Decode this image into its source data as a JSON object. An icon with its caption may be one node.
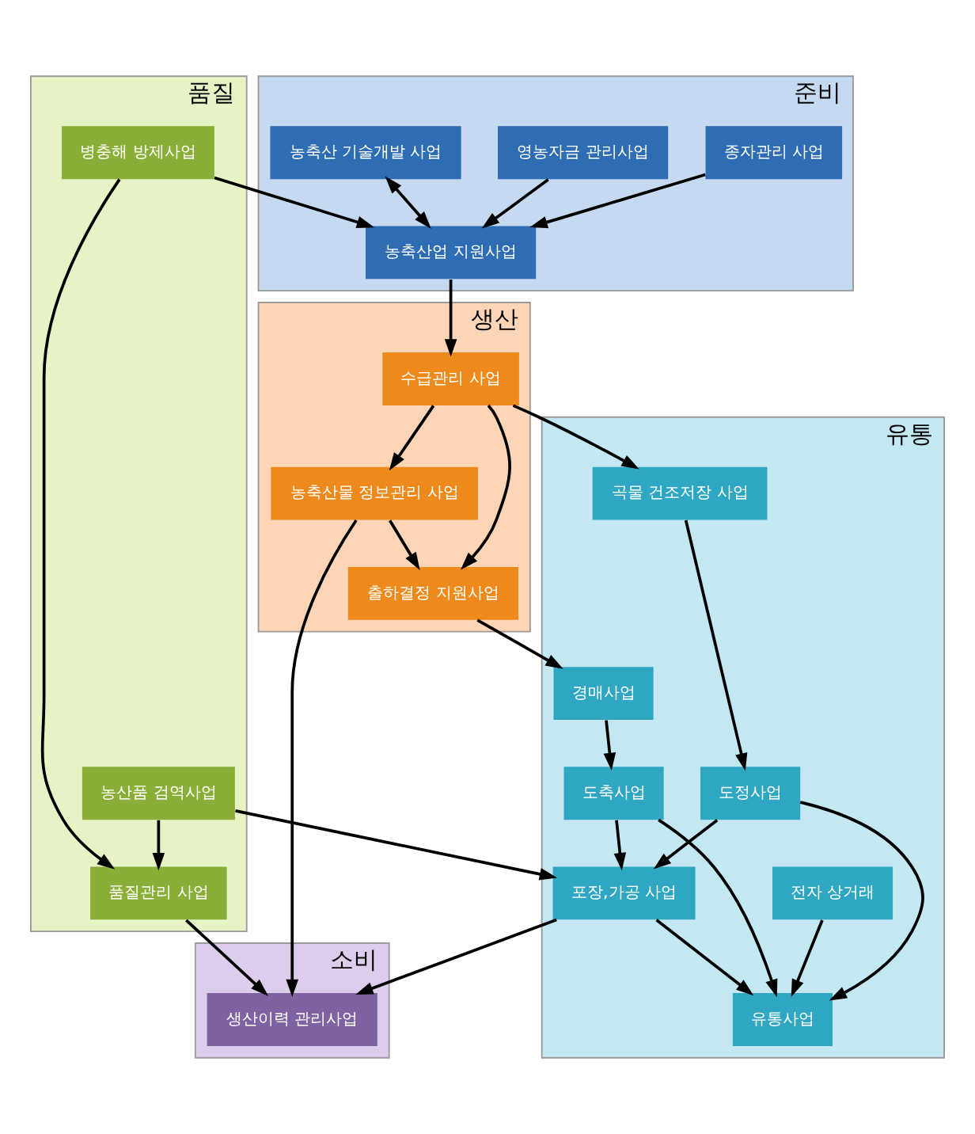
{
  "diagram": {
    "nodes": [
      {
        "text": [
          "준비"
        ]
      },
      {
        "text": [
          "농축산 기술개발 사업"
        ],
        "in": 0
      },
      {
        "text": [
          "농축산업 지원사업"
        ],
        "in": 0
      },
      {
        "text": [
          "종자관리 사업"
        ],
        "in": 0
      },
      {
        "text": [
          "영농자금 관리사업"
        ],
        "in": 0
      },
      {
        "text": [
          "생산"
        ]
      },
      {
        "text": [
          "수급관리 사업"
        ],
        "in": 5
      },
      {
        "text": [
          "농축산물 정보관리 사업"
        ],
        "in": 5
      },
      {
        "text": [
          "출하결정 지원사업"
        ],
        "in": 5
      },
      {
        "text": [
          "유통"
        ]
      },
      {
        "text": [
          "곡물 건조저장 사업"
        ],
        "in": 9
      },
      {
        "text": [
          "경매사업"
        ],
        "in": 9
      },
      {
        "text": [
          "도정사업"
        ],
        "in": 9
      },
      {
        "text": [
          "도축사업"
        ],
        "in": 9
      },
      {
        "text": [
          "포장,가공 사업"
        ],
        "in": 9
      },
      {
        "text": [
          "유통사업"
        ],
        "in": 9
      },
      {
        "text": [
          "전자 상거래"
        ],
        "in": 9
      },
      {
        "text": [
          "품질"
        ]
      },
      {
        "text": [
          "병충해 방제사업"
        ],
        "in": 17
      },
      {
        "text": [
          "품질관리 사업"
        ],
        "in": 17
      },
      {
        "text": [
          "농산품 검역사업"
        ],
        "in": 17
      },
      {
        "text": [
          "소비"
        ]
      },
      {
        "text": [
          "생산이력 관리사업"
        ],
        "in": 21
      }
    ],
    "edges": [
      {
        "from": 1,
        "to": 2,
        "arrow": "both"
      },
      {
        "from": 2,
        "to": 6,
        "arrow": "to"
      },
      {
        "from": 6,
        "to": 7,
        "arrow": "to"
      },
      {
        "from": 6,
        "to": 8,
        "arrow": "to"
      },
      {
        "from": 7,
        "to": 8,
        "arrow": "to"
      },
      {
        "from": 6,
        "to": 10,
        "arrow": "to"
      },
      {
        "from": 7,
        "to": 22,
        "arrow": "to"
      },
      {
        "from": 8,
        "to": 11,
        "arrow": "to"
      },
      {
        "from": 10,
        "to": 12,
        "arrow": "to"
      },
      {
        "from": 11,
        "to": 13,
        "arrow": "to"
      },
      {
        "from": 12,
        "to": 14,
        "arrow": "to"
      },
      {
        "from": 13,
        "to": 14,
        "arrow": "to"
      },
      {
        "from": 12,
        "to": 15,
        "arrow": "to"
      },
      {
        "from": 13,
        "to": 15,
        "arrow": "to"
      },
      {
        "from": 14,
        "to": 15,
        "arrow": "to"
      },
      {
        "from": 14,
        "to": 22,
        "arrow": "to"
      },
      {
        "from": 16,
        "to": 15,
        "arrow": "to"
      },
      {
        "from": 3,
        "to": 2,
        "arrow": "to"
      },
      {
        "from": 4,
        "to": 2,
        "arrow": "to"
      },
      {
        "from": 18,
        "to": 2,
        "arrow": "to"
      },
      {
        "from": 18,
        "to": 19,
        "arrow": "to"
      },
      {
        "from": 20,
        "to": 19,
        "arrow": "to"
      },
      {
        "from": 20,
        "to": 14,
        "arrow": "to"
      },
      {
        "from": 19,
        "to": 22,
        "arrow": "to"
      }
    ]
  }
}
